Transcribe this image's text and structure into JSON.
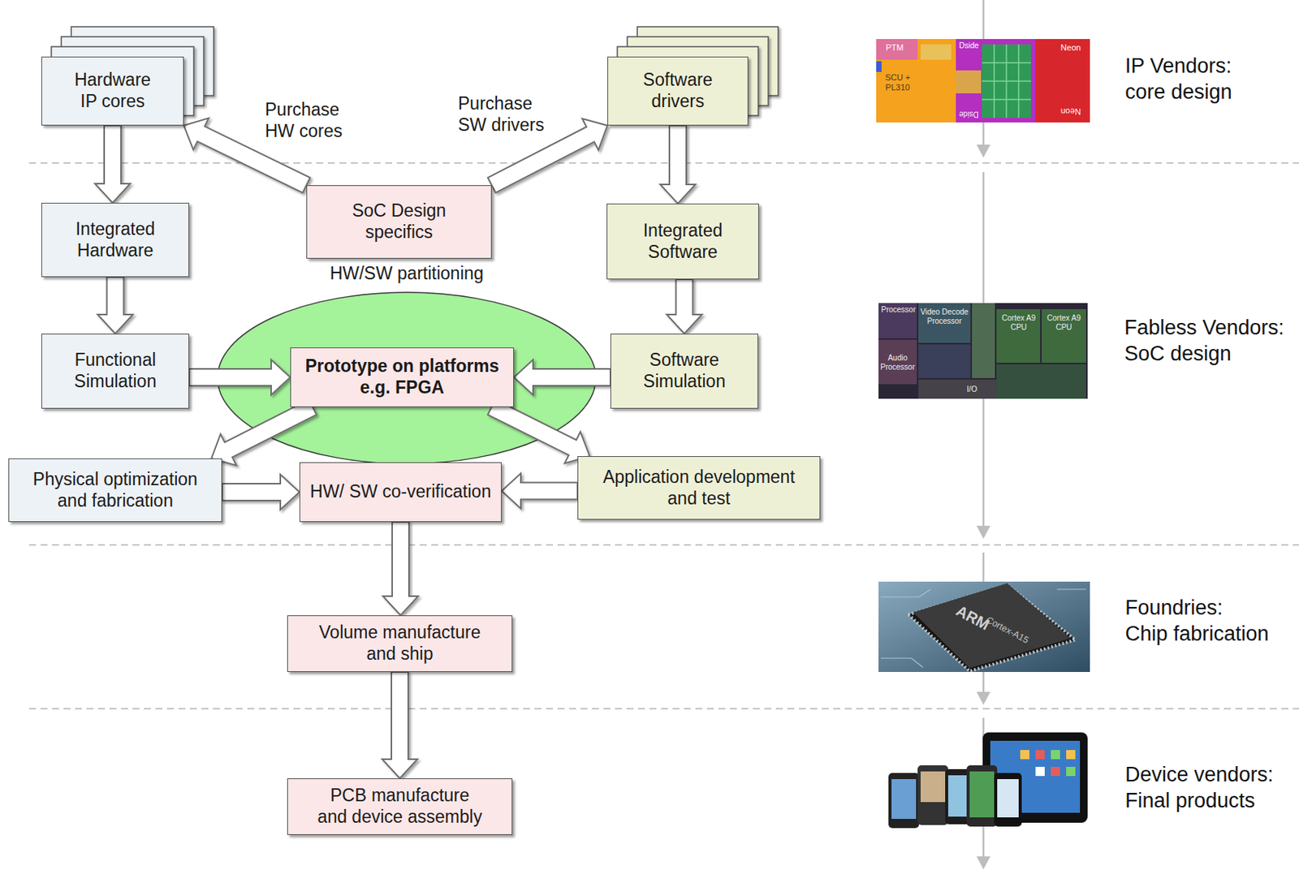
{
  "diagram": {
    "nodes": [
      {
        "text": [
          "Hardware IP cores"
        ]
      },
      {
        "text": [
          "Software drivers"
        ]
      },
      {
        "text": [
          "Integrated Hardware"
        ]
      },
      {
        "text": [
          "SoC Design specifics"
        ]
      },
      {
        "text": [
          "Integrated Software"
        ]
      },
      {
        "text": [
          "HW/SW partitioning"
        ]
      },
      {
        "text": [
          "Functional Simulation"
        ]
      },
      {
        "text": [
          "Prototype on platforms e.g. FPGA"
        ],
        "in": 5
      },
      {
        "text": [
          "Software Simulation"
        ]
      },
      {
        "text": [
          "Physical optimization and fabrication"
        ]
      },
      {
        "text": [
          "HW/ SW co-verification"
        ]
      },
      {
        "text": [
          "Application development and test"
        ]
      },
      {
        "text": [
          "Volume manufacture and ship"
        ]
      },
      {
        "text": [
          "PCB manufacture and device assembly"
        ]
      }
    ],
    "edges": [
      {
        "from": 0,
        "to": 2,
        "arrow": "to"
      },
      {
        "from": 3,
        "to": 0,
        "label": "Purchase HW cores",
        "arrow": "to"
      },
      {
        "from": 3,
        "to": 1,
        "label": "Purchase SW drivers",
        "arrow": "to"
      },
      {
        "from": 1,
        "to": 4,
        "arrow": "to"
      },
      {
        "from": 2,
        "to": 6,
        "arrow": "to"
      },
      {
        "from": 4,
        "to": 8,
        "arrow": "to"
      },
      {
        "from": 6,
        "to": 7,
        "arrow": "to"
      },
      {
        "from": 8,
        "to": 7,
        "arrow": "to"
      },
      {
        "from": 7,
        "to": 9,
        "arrow": "to"
      },
      {
        "from": 7,
        "to": 11,
        "arrow": "to"
      },
      {
        "from": 9,
        "to": 10,
        "arrow": "to"
      },
      {
        "from": 11,
        "to": 10,
        "arrow": "to"
      },
      {
        "from": 10,
        "to": 12,
        "arrow": "to"
      },
      {
        "from": 12,
        "to": 13,
        "arrow": "to"
      }
    ],
    "labels": [
      "PTM",
      "SCU + PL310",
      "Dside",
      "Neon",
      "Dside",
      "Neon",
      "IP Vendors: core design",
      "Processor",
      "Video Decode Processor",
      "Cortex A9 CPU",
      "Cortex A9 CPU",
      "Audio Processor",
      "I/O",
      "Fabless Vendors: SoC design",
      "ARM",
      "Cortex-A15",
      "Foundries: Chip fabrication",
      "Device vendors: Final products"
    ]
  }
}
